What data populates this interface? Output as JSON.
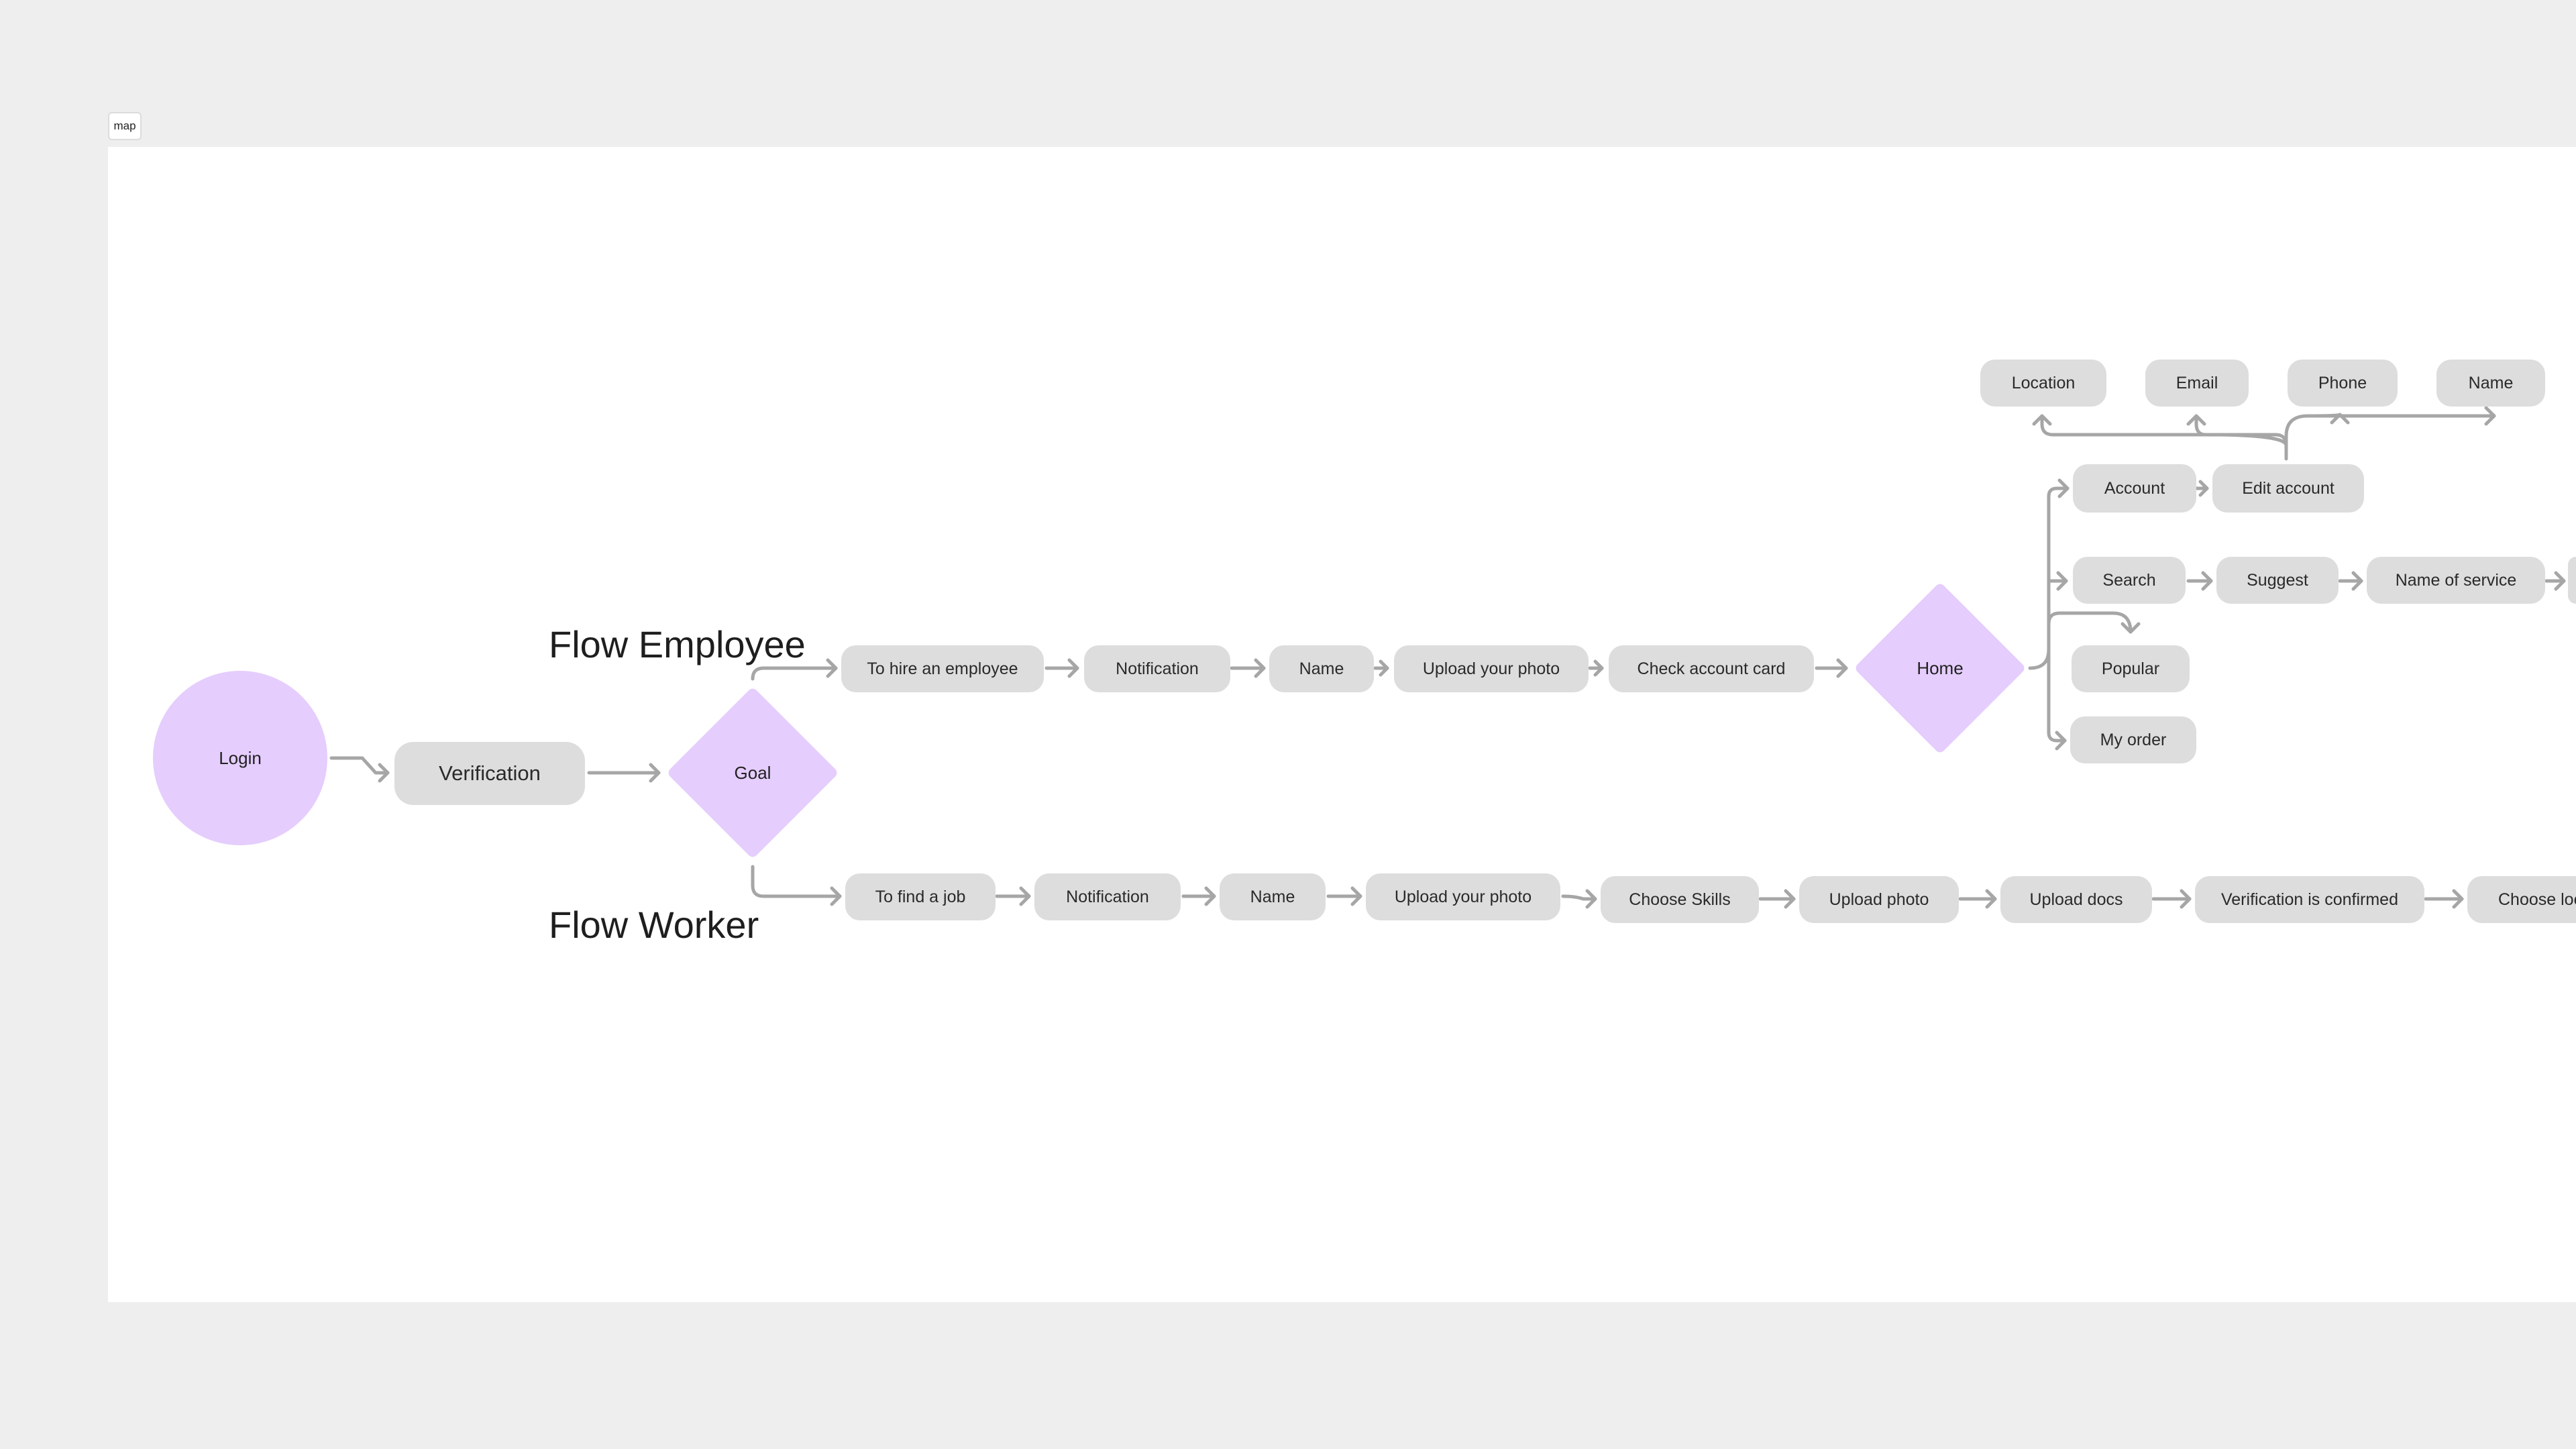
{
  "frame": {
    "label": "map"
  },
  "titles": {
    "employee": "Flow Employee",
    "worker": "Flow Worker"
  },
  "start": {
    "login": "Login",
    "verification": "Verification",
    "goal": "Goal"
  },
  "employee_flow": {
    "hire": "To hire an employee",
    "notification": "Notification",
    "name": "Name",
    "upload_photo": "Upload your photo",
    "check_card": "Check account card",
    "home": "Home"
  },
  "home_branches": {
    "account": "Account",
    "edit_account": "Edit account",
    "search": "Search",
    "suggest": "Suggest",
    "name_of_service": "Name of service",
    "popular": "Popular",
    "my_order": "My order"
  },
  "edit_account_fields": {
    "location": "Location",
    "email": "Email",
    "phone": "Phone",
    "name": "Name"
  },
  "worker_flow": {
    "find_job": "To find a job",
    "notification": "Notification",
    "name": "Name",
    "upload_photo": "Upload your photo",
    "choose_skills": "Choose Skills",
    "upload_photo2": "Upload photo",
    "upload_docs": "Upload docs",
    "verification_confirmed": "Verification is confirmed",
    "choose_location": "Choose location"
  },
  "colors": {
    "canvas_bg": "#eeeeee",
    "frame_bg": "#ffffff",
    "node_bg": "#dddddd",
    "accent_shape": "#e5cdfd",
    "connector": "#a6a6a6"
  }
}
